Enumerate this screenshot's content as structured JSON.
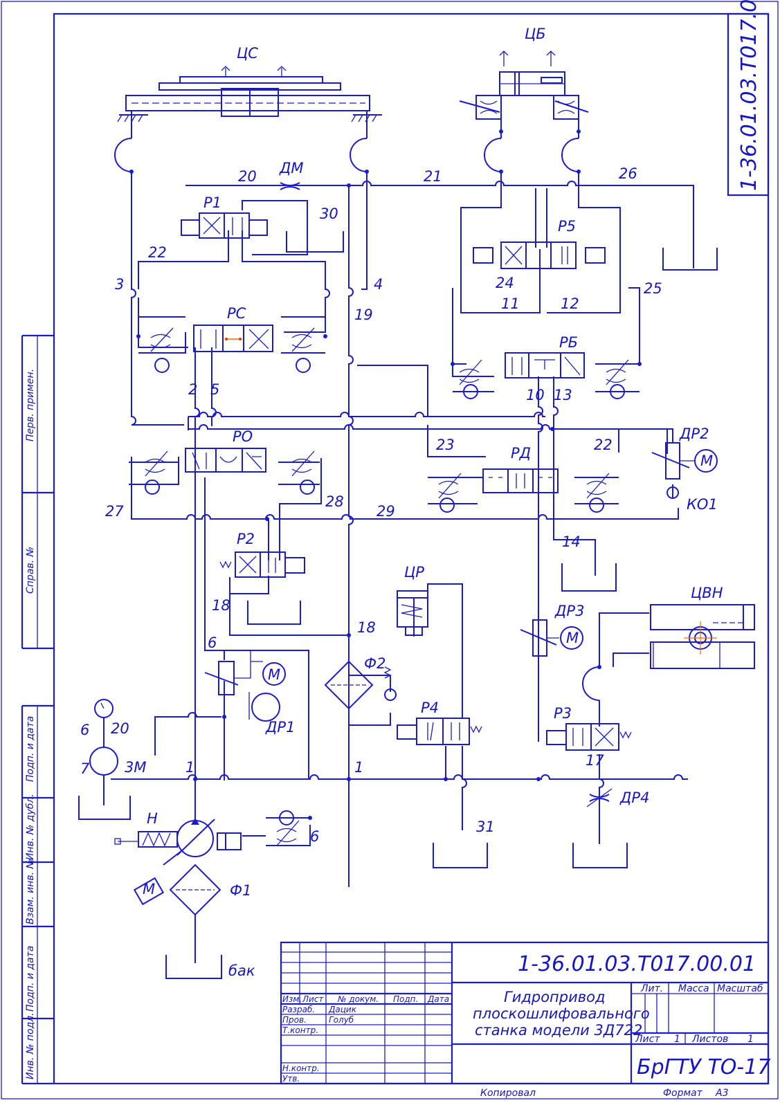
{
  "drawing": {
    "code": "1-36.01.03.T017.00.01",
    "title": [
      "Гидропривод",
      "плоскошлифовального",
      "станка модели 3Д722"
    ],
    "org": "БрГТУ ТО-17",
    "copied": "Копировал",
    "format_label": "Формат",
    "format_value": "А3"
  },
  "side_labels": [
    "Перв. примен.",
    "Справ. №",
    "Подп. и дата",
    "Инв. № дубл.",
    "Взам. инв. №",
    "Подп. и дата",
    "Инв. № подл."
  ],
  "titleblock": {
    "cols": [
      "Изм.",
      "Лист",
      "№ докум.",
      "Подп.",
      "Дата"
    ],
    "rows": [
      {
        "role": "Разраб.",
        "name": "Дацик"
      },
      {
        "role": "Пров.",
        "name": "Голуб"
      },
      {
        "role": "Т.контр.",
        "name": ""
      },
      {
        "role": "Н.контр.",
        "name": ""
      },
      {
        "role": "Утв.",
        "name": ""
      }
    ],
    "lit": "Лит.",
    "mass": "Масса",
    "scale": "Масштаб",
    "sheet": "Лист",
    "sheet_no": "1",
    "sheets": "Листов",
    "sheets_no": "1"
  },
  "components": {
    "cs": "ЦС",
    "cb": "ЦБ",
    "dm": "ДМ",
    "r1": "Р1",
    "rs": "РС",
    "r5": "Р5",
    "rb": "РБ",
    "ro": "РО",
    "rd": "РД",
    "dr2": "ДР2",
    "ko1": "КО1",
    "r2": "Р2",
    "cr": "ЦР",
    "cvn": "ЦВН",
    "dr3": "ДР3",
    "f2": "Ф2",
    "r4": "Р4",
    "r3": "Р3",
    "dr1": "ДР1",
    "zm": "3М",
    "n": "Н",
    "f1": "Ф1",
    "dr4": "ДР4",
    "tank": "бак"
  },
  "line_numbers": {
    "l20a": "20",
    "l21": "21",
    "l26": "26",
    "l30": "30",
    "l22a": "22",
    "l3": "3",
    "l4": "4",
    "l19": "19",
    "l2": "2",
    "l5": "5",
    "l24": "24",
    "l11": "11",
    "l12": "12",
    "l25": "25",
    "l10": "10",
    "l13": "13",
    "l23": "23",
    "l22b": "22",
    "l27": "27",
    "l28": "28",
    "l29": "29",
    "l14": "14",
    "l18a": "18",
    "l18b": "18",
    "l6a": "6",
    "l6b": "6",
    "l20b": "20",
    "l7": "7",
    "l1a": "1",
    "l1b": "1",
    "l17": "17",
    "l31": "31",
    "l6c": "6"
  },
  "symbols": {
    "motor": "М",
    "motor_icon": "motor-icon",
    "valve_icon": "directional-valve-icon",
    "throttle_icon": "adjustable-throttle-icon",
    "check_icon": "check-valve-icon",
    "filter_icon": "filter-icon",
    "pump_icon": "pump-icon",
    "tank_icon": "tank-icon",
    "gauge_icon": "pressure-gauge-icon",
    "cylinder_icon": "cylinder-icon"
  },
  "colors": {
    "ink": "#1a1ad0",
    "text": "#1515c8",
    "accent": "#ff6a00"
  }
}
